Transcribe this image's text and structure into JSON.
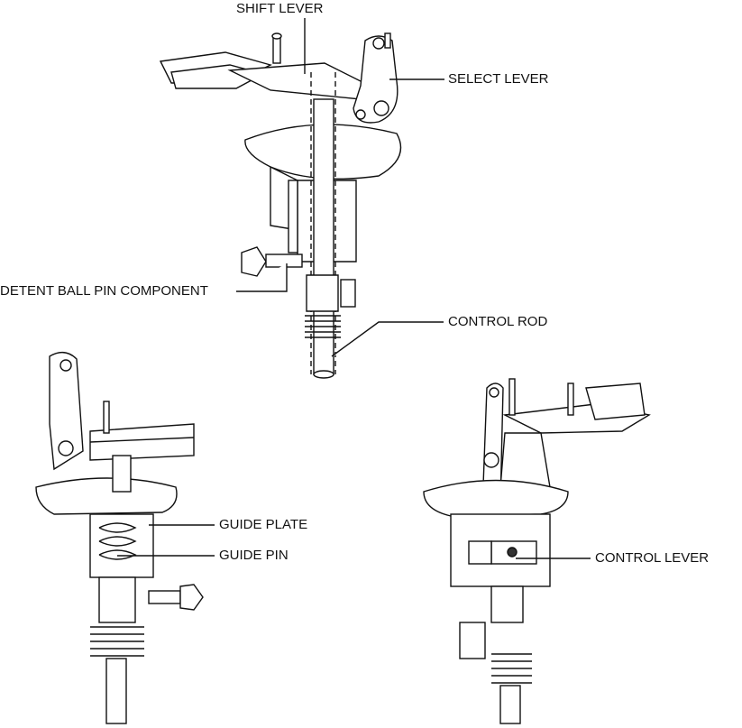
{
  "labels": {
    "shift_lever": "SHIFT LEVER",
    "select_lever": "SELECT LEVER",
    "detent_ball_pin": "DETENT BALL PIN COMPONENT",
    "control_rod": "CONTROL ROD",
    "guide_plate": "GUIDE PLATE",
    "guide_pin": "GUIDE PIN",
    "control_lever": "CONTROL LEVER"
  }
}
